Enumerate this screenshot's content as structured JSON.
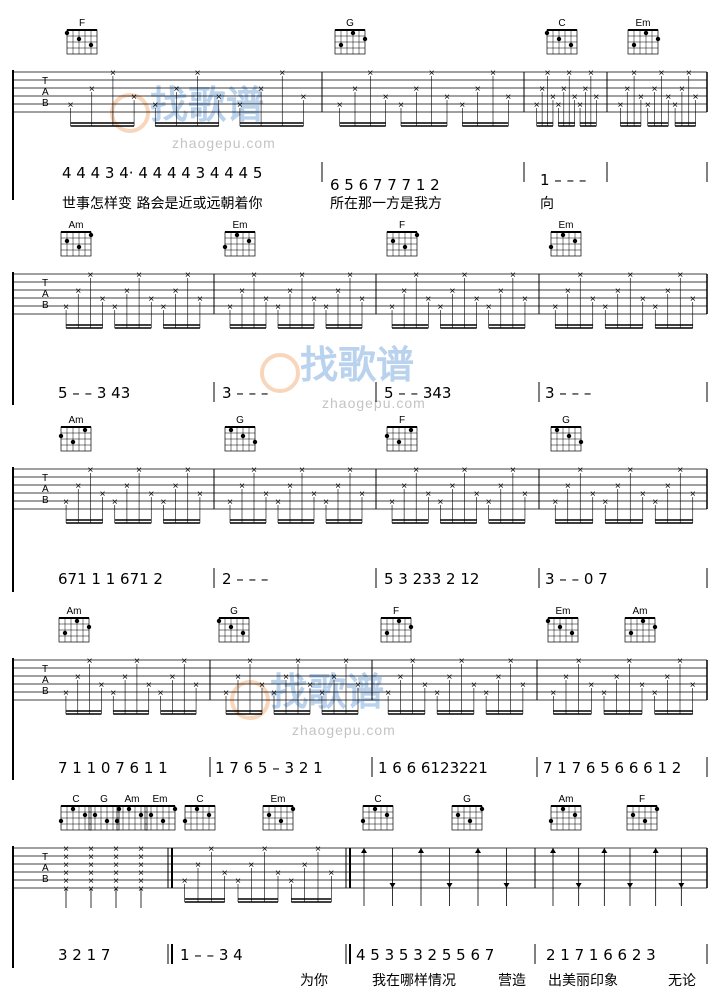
{
  "watermark": {
    "brand": "找歌谱",
    "url": "zhaogepu.com"
  },
  "tab_letters": [
    "T",
    "A",
    "B"
  ],
  "systems": [
    {
      "chords": [
        "F",
        "G",
        "C",
        "Em"
      ],
      "notation": [
        "4 4 4 3 4· 4 4 4 4 3 4 4 4 5",
        "6 5 6 7 7 7 1 2",
        "1 – – –"
      ],
      "lyrics": [
        "世事怎样变 路会是近或远朝着你",
        "所在那一方是我方",
        "向"
      ]
    },
    {
      "chords": [
        "Am",
        "Em",
        "F",
        "Em"
      ],
      "notation": [
        "5 – – 3 43",
        "3 – – –",
        "5 – – 343",
        "3 – – –"
      ],
      "lyrics": []
    },
    {
      "chords": [
        "Am",
        "G",
        "F",
        "G"
      ],
      "notation": [
        "671 1 1 671 2",
        "2 – – –",
        "5 3 233 2 12",
        "3 – – 0 7"
      ],
      "lyrics": []
    },
    {
      "chords": [
        "Am",
        "G",
        "F",
        "Em",
        "Am"
      ],
      "notation": [
        "7 1 1 0 7 6 1 1",
        "1 7 6 5 – 3 2 1",
        "1 6 6 6123221",
        "7 1 7 6 5 6 6 6 1 2"
      ],
      "lyrics": []
    },
    {
      "chords": [
        "C",
        "G",
        "Am",
        "Em",
        "C",
        "Em",
        "C",
        "G",
        "Am",
        "F"
      ],
      "notation": [
        "3 2 1 7",
        "1 – – 3 4",
        "4 5 3 5 3 2 5 5 6 7",
        "2 1 7 1 6 6 2 3"
      ],
      "lyrics": [
        "为你",
        "我在哪样情况",
        "营造",
        "出美丽印象",
        "无论"
      ]
    }
  ]
}
